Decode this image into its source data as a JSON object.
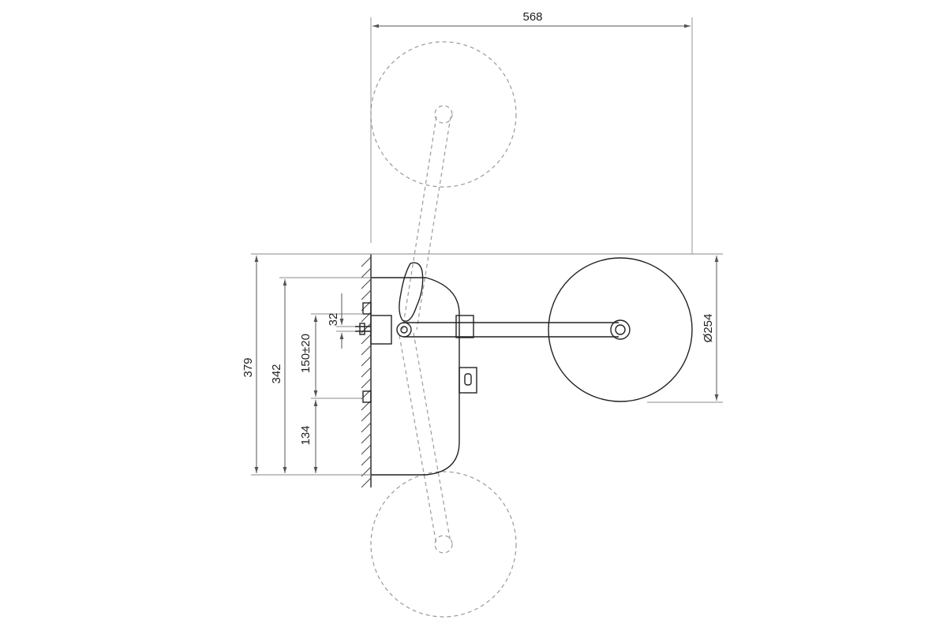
{
  "dimensions": {
    "top_width": "568",
    "diameter": "Ø254",
    "total_height": "379",
    "body_height": "342",
    "mount_spacing": "150±20",
    "lower_offset": "134",
    "fitting_size": "32"
  },
  "colors": {
    "line": "#222222",
    "ghost_line": "#9a9a9a",
    "dimension_line": "#555555",
    "background": "#ffffff"
  }
}
